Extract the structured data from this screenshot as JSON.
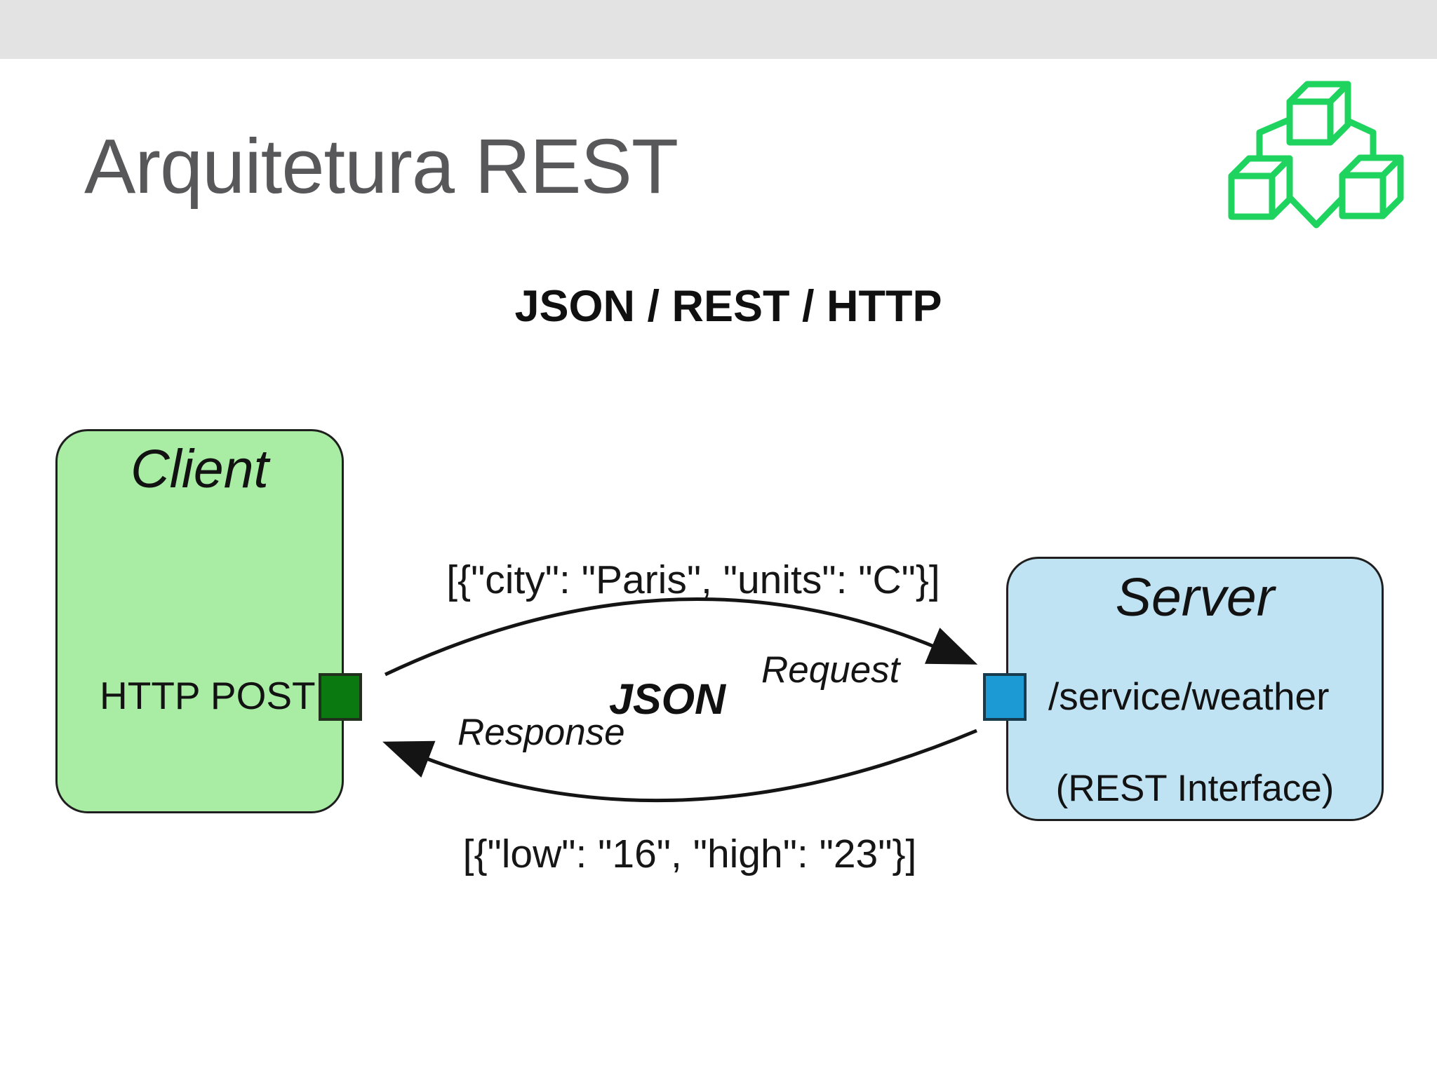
{
  "slide": {
    "title": "Arquitetura REST",
    "heading": "JSON / REST / HTTP"
  },
  "diagram": {
    "client": {
      "title": "Client",
      "method_label": "HTTP POST"
    },
    "server": {
      "title": "Server",
      "endpoint": "/service/weather",
      "interface_label": "(REST Interface)"
    },
    "request": {
      "payload": "[{\"city\": \"Paris\", \"units\": \"C\"}]",
      "label": "Request"
    },
    "response": {
      "payload": "[{\"low\": \"16\", \"high\": \"23\"}]",
      "label": "Response"
    },
    "format_label": "JSON"
  },
  "colors": {
    "bar_gray": "#e3e3e3",
    "title_gray": "#58585a",
    "client_fill": "#a9eda5",
    "server_fill": "#bfe3f2",
    "port_green": "#0a7a10",
    "port_blue": "#1b9ad4",
    "logo_green": "#1fd35f",
    "line_black": "#141414"
  }
}
